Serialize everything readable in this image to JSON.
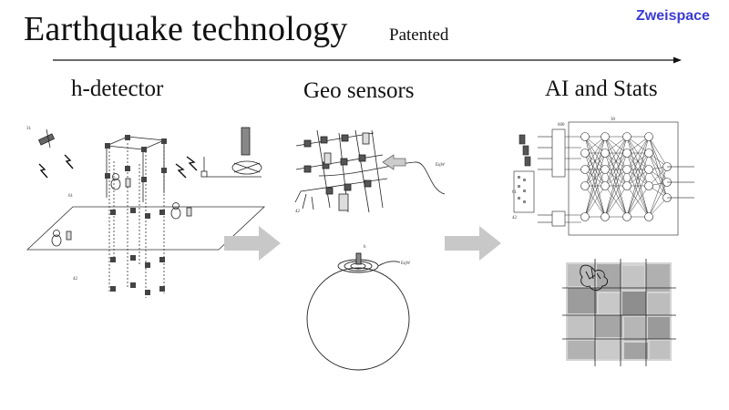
{
  "header": {
    "title": "Earthquake technology",
    "subtitle": "Patented",
    "brand": "Zweispace"
  },
  "sections": [
    {
      "label": "h-detector"
    },
    {
      "label": "Geo sensors"
    },
    {
      "label": "AI and Stats"
    }
  ],
  "colors": {
    "brand": "#3b3bd6",
    "arrow": "#c8c8c8",
    "sensor": "#555555"
  }
}
